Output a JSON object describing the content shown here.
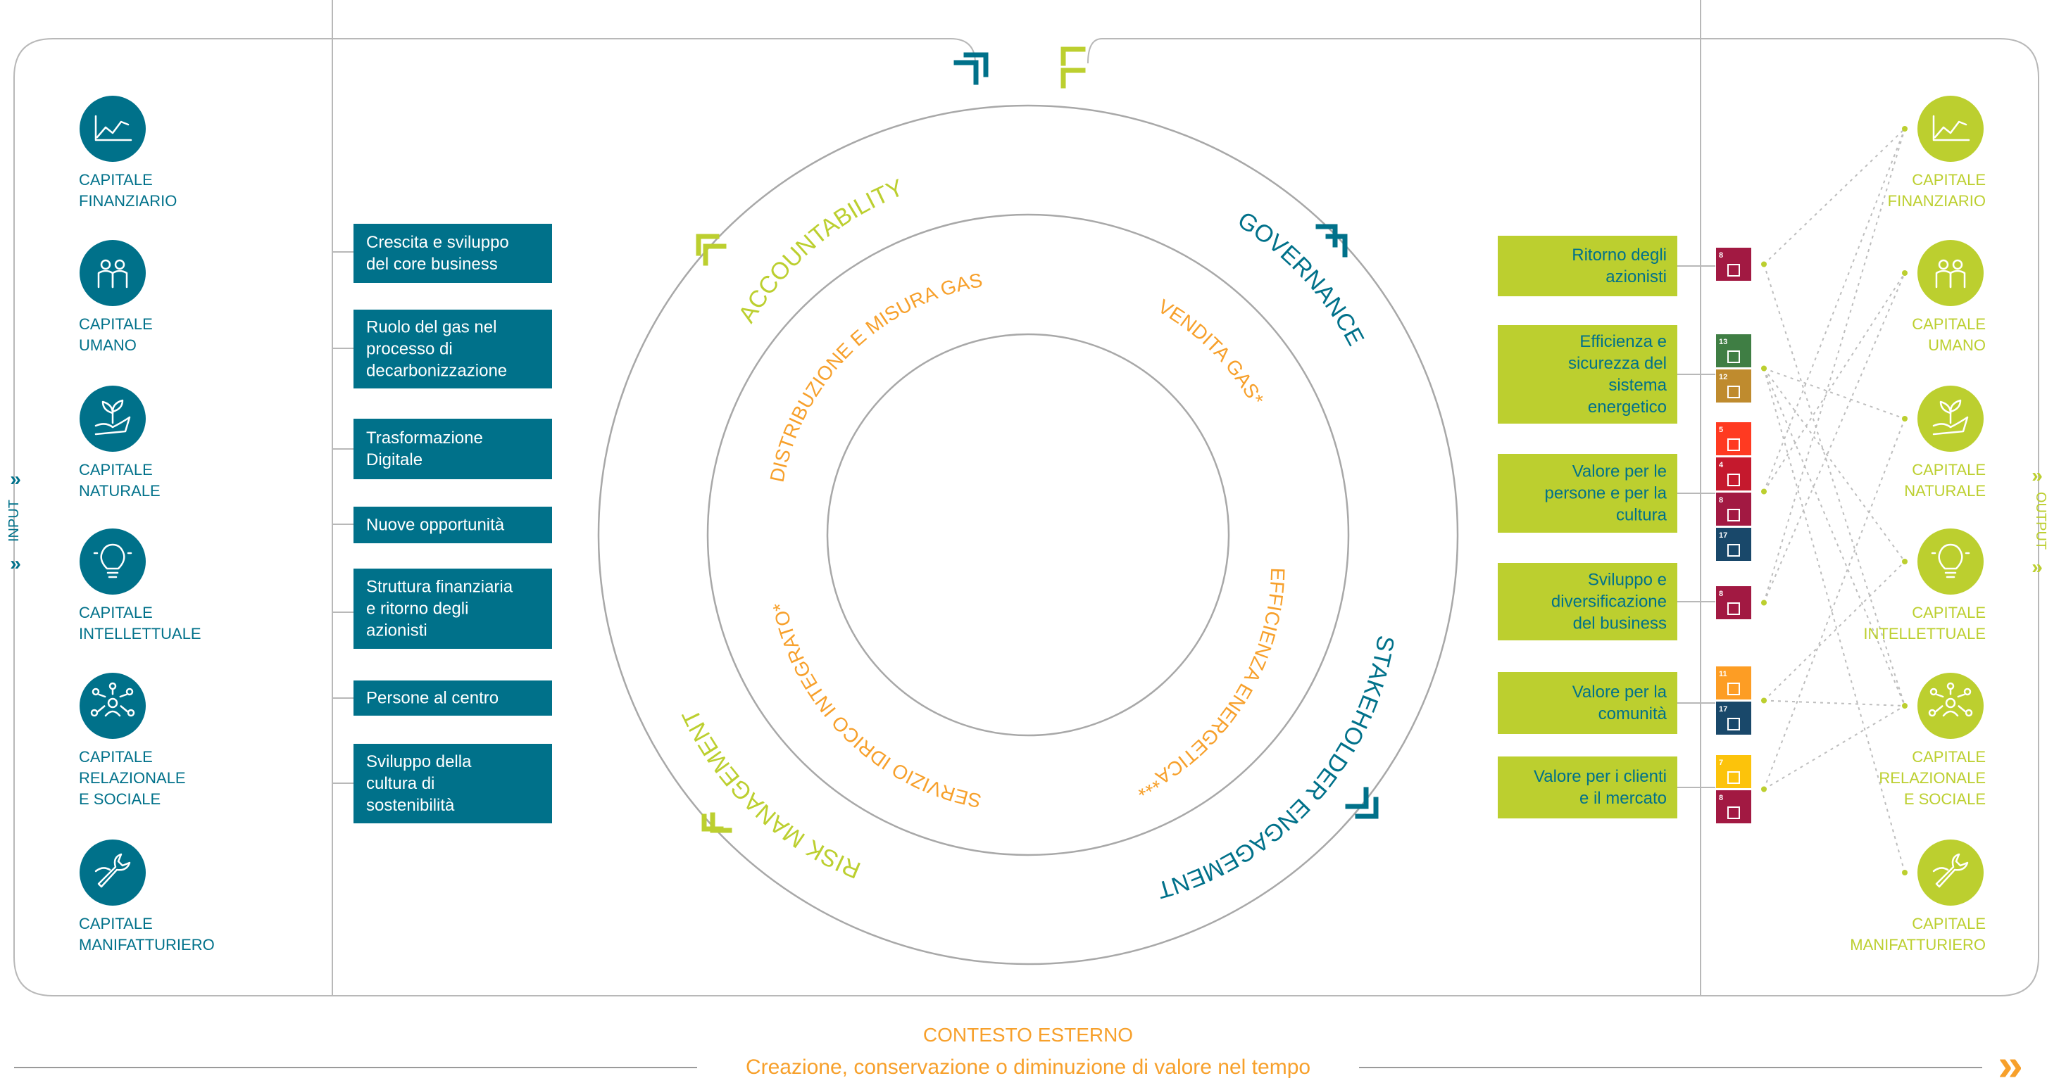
{
  "colors": {
    "teal": "#00718a",
    "lime": "#bccf2f",
    "orange": "#f7a02b",
    "frame": "#b8b8b8",
    "white": "#ffffff"
  },
  "side_labels": {
    "input": "INPUT",
    "output": "OUTPUT"
  },
  "capitals": [
    {
      "line1": "CAPITALE",
      "line2": "FINANZIARIO",
      "line3": "",
      "icon": "chart-icon"
    },
    {
      "line1": "CAPITALE",
      "line2": "UMANO",
      "line3": "",
      "icon": "people-icon"
    },
    {
      "line1": "CAPITALE",
      "line2": "NATURALE",
      "line3": "",
      "icon": "plant-hand-icon"
    },
    {
      "line1": "CAPITALE",
      "line2": "INTELLETTUALE",
      "line3": "",
      "icon": "lightbulb-icon"
    },
    {
      "line1": "CAPITALE",
      "line2": "RELAZIONALE",
      "line3": "E SOCIALE",
      "icon": "network-icon"
    },
    {
      "line1": "CAPITALE",
      "line2": "MANIFATTURIERO",
      "line3": "",
      "icon": "wrench-icon"
    }
  ],
  "strategy_boxes": [
    {
      "line1": "Crescita e sviluppo",
      "line2": "del core business",
      "line3": ""
    },
    {
      "line1": "Ruolo del gas nel",
      "line2": "processo di",
      "line3": "decarbonizzazione"
    },
    {
      "line1": "Trasformazione",
      "line2": "Digitale",
      "line3": ""
    },
    {
      "line1": "Nuove opportunità",
      "line2": "",
      "line3": ""
    },
    {
      "line1": "Struttura finanziaria",
      "line2": "e ritorno degli",
      "line3": "azionisti"
    },
    {
      "line1": "Persone al centro",
      "line2": "",
      "line3": ""
    },
    {
      "line1": "Sviluppo della",
      "line2": "cultura di",
      "line3": "sostenibilità"
    }
  ],
  "outer_ring": {
    "accountability": "ACCOUNTABILITY",
    "governance": "GOVERNANCE",
    "stakeholder": "STAKEHOLDER ENGAGEMENT",
    "risk": "RISK MANAGEMENT"
  },
  "inner_ring": {
    "distribuzione": "DISTRIBUZIONE E MISURA GAS",
    "vendita": "VENDITA GAS*",
    "efficienza": "EFFICIENZA ENERGETICA***",
    "servizio": "SERVIZIO IDRICO INTEGRATO*"
  },
  "value_boxes": [
    {
      "line1": "Ritorno degli",
      "line2": "azionisti",
      "line3": "",
      "line4": ""
    },
    {
      "line1": "Efficienza e",
      "line2": "sicurezza del",
      "line3": "sistema",
      "line4": "energetico"
    },
    {
      "line1": "Valore per le",
      "line2": "persone e per la",
      "line3": "cultura",
      "line4": ""
    },
    {
      "line1": "Sviluppo e",
      "line2": "diversificazione",
      "line3": "del business",
      "line4": ""
    },
    {
      "line1": "Valore per la",
      "line2": "comunità",
      "line3": "",
      "line4": ""
    },
    {
      "line1": "Valore per i clienti",
      "line2": "e il mercato",
      "line3": "",
      "line4": ""
    }
  ],
  "sdg_groups": [
    [
      {
        "num": "8",
        "color": "#a21942"
      }
    ],
    [
      {
        "num": "13",
        "color": "#3f7e44"
      },
      {
        "num": "12",
        "color": "#bf8b2e"
      }
    ],
    [
      {
        "num": "5",
        "color": "#ff3a21"
      },
      {
        "num": "4",
        "color": "#c5192d"
      },
      {
        "num": "8",
        "color": "#a21942"
      },
      {
        "num": "17",
        "color": "#19486a"
      }
    ],
    [
      {
        "num": "8",
        "color": "#a21942"
      }
    ],
    [
      {
        "num": "11",
        "color": "#fd9d24"
      },
      {
        "num": "17",
        "color": "#19486a"
      }
    ],
    [
      {
        "num": "7",
        "color": "#fcc30b"
      },
      {
        "num": "8",
        "color": "#a21942"
      }
    ]
  ],
  "footer": {
    "context": "CONTESTO ESTERNO",
    "tagline": "Creazione, conservazione o diminuzione di valore nel tempo"
  }
}
